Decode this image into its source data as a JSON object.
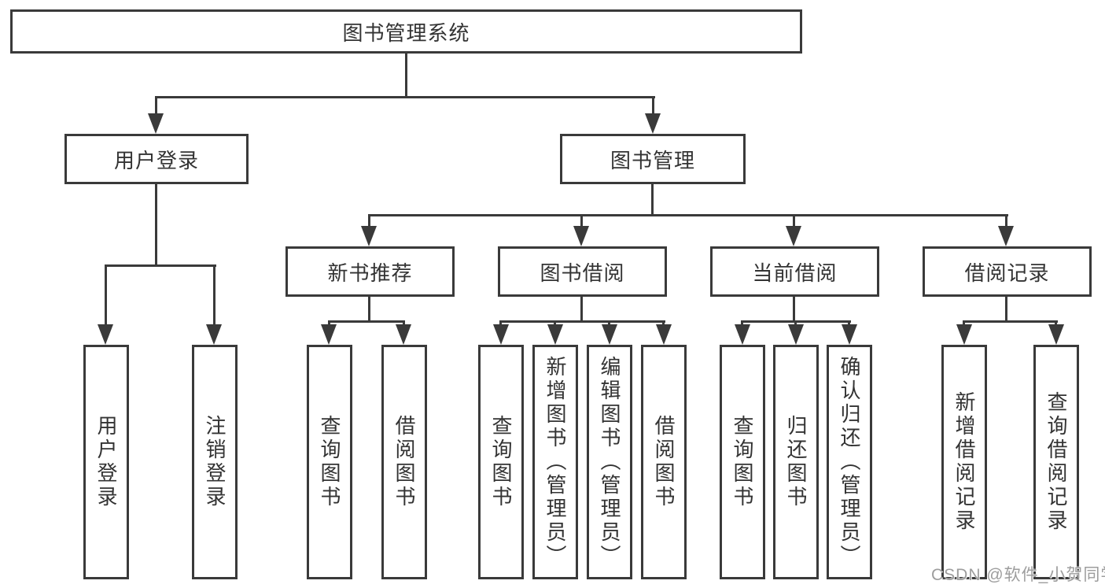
{
  "tree": {
    "root": {
      "label": "图书管理系统"
    },
    "level2": [
      {
        "label": "用户登录",
        "children": [
          {
            "label": "用户登录"
          },
          {
            "label": "注销登录"
          }
        ]
      },
      {
        "label": "图书管理",
        "groups": [
          {
            "label": "新书推荐",
            "children": [
              {
                "label": "查询图书"
              },
              {
                "label": "借阅图书"
              }
            ]
          },
          {
            "label": "图书借阅",
            "children": [
              {
                "label": "查询图书"
              },
              {
                "label": "新增图书（管理员）"
              },
              {
                "label": "编辑图书（管理员）"
              },
              {
                "label": "借阅图书"
              }
            ]
          },
          {
            "label": "当前借阅",
            "children": [
              {
                "label": "查询图书"
              },
              {
                "label": "归还图书"
              },
              {
                "label": "确认归还（管理员）"
              }
            ]
          },
          {
            "label": "借阅记录",
            "children": [
              {
                "label": "新增借阅记录"
              },
              {
                "label": "查询借阅记录"
              }
            ]
          }
        ]
      }
    ]
  },
  "watermark": {
    "text": "CSDN @软件_小贺同学"
  },
  "colors": {
    "line": "#3a3a3a",
    "text": "#333333",
    "watermark": "#9d9d9d",
    "background": "#ffffff"
  }
}
